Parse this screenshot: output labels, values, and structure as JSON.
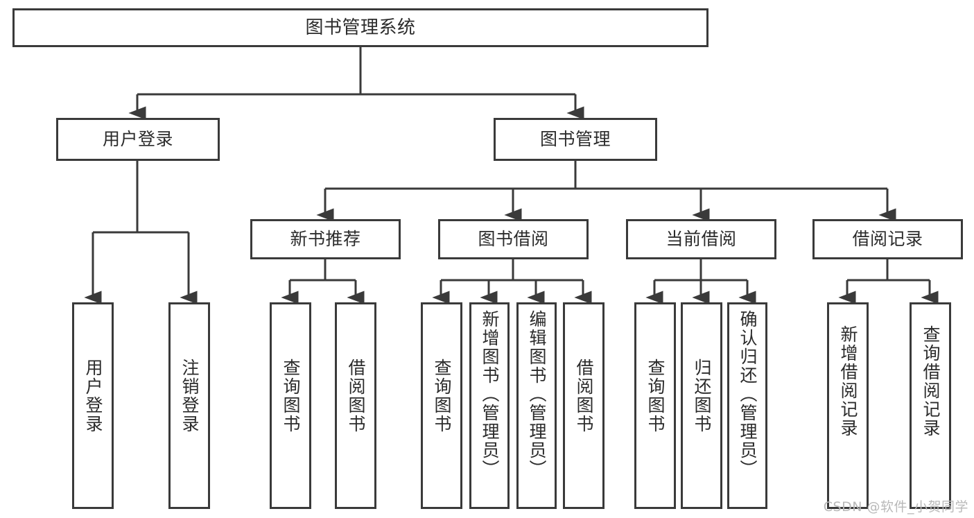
{
  "diagram": {
    "title": "图书管理系统",
    "type": "hierarchy-tree",
    "watermark": "CSDN @软件_小贺同学",
    "colors": {
      "stroke": "#3a3a3a",
      "fill": "#ffffff",
      "text": "#2b2b2b",
      "watermark": "#b9b9b9"
    },
    "nodes": {
      "root": {
        "label": "图书管理系统",
        "level": 1
      },
      "l2": [
        {
          "id": "user-login",
          "label": "用户登录",
          "level": 2
        },
        {
          "id": "book-manage",
          "label": "图书管理",
          "level": 2
        }
      ],
      "l3": [
        {
          "id": "new-book-rec",
          "label": "新书推荐",
          "level": 3
        },
        {
          "id": "book-borrow",
          "label": "图书借阅",
          "level": 3
        },
        {
          "id": "current-borrow",
          "label": "当前借阅",
          "level": 3
        },
        {
          "id": "borrow-record",
          "label": "借阅记录",
          "level": 3
        }
      ],
      "leaves": [
        {
          "id": "leaf-user-login",
          "label": "用户登录",
          "parent": "user-login"
        },
        {
          "id": "leaf-logout",
          "label": "注销登录",
          "parent": "user-login"
        },
        {
          "id": "leaf-query-book-1",
          "label": "查询图书",
          "parent": "new-book-rec"
        },
        {
          "id": "leaf-borrow-book-1",
          "label": "借阅图书",
          "parent": "new-book-rec"
        },
        {
          "id": "leaf-query-book-2",
          "label": "查询图书",
          "parent": "book-borrow"
        },
        {
          "id": "leaf-add-book",
          "label": "新增图书（管理员）",
          "parent": "book-borrow"
        },
        {
          "id": "leaf-edit-book",
          "label": "编辑图书（管理员）",
          "parent": "book-borrow"
        },
        {
          "id": "leaf-borrow-book-2",
          "label": "借阅图书",
          "parent": "book-borrow"
        },
        {
          "id": "leaf-query-book-3",
          "label": "查询图书",
          "parent": "current-borrow"
        },
        {
          "id": "leaf-return-book",
          "label": "归还图书",
          "parent": "current-borrow"
        },
        {
          "id": "leaf-confirm-return",
          "label": "确认归还（管理员）",
          "parent": "current-borrow"
        },
        {
          "id": "leaf-add-record",
          "label": "新增借阅记录",
          "parent": "borrow-record"
        },
        {
          "id": "leaf-query-record",
          "label": "查询借阅记录",
          "parent": "borrow-record"
        }
      ]
    }
  }
}
